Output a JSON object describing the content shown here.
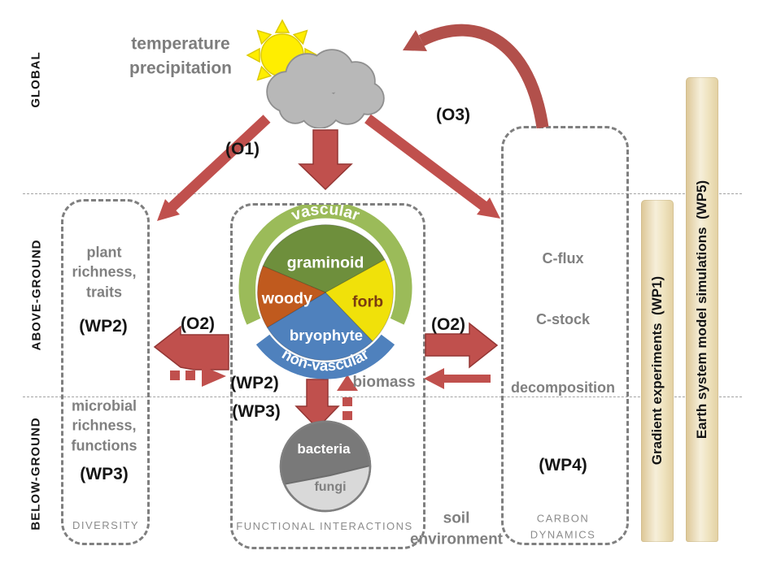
{
  "sections": {
    "global": "GLOBAL",
    "above": "ABOVE-GROUND",
    "below": "BELOW-GROUND"
  },
  "climate": {
    "text": "temperature\nprecipitation"
  },
  "objectives": {
    "o1": "(O1)",
    "o2_left": "(O2)",
    "o2_right": "(O2)",
    "o3": "(O3)"
  },
  "diversity_box": {
    "plant": "plant\nrichness,\ntraits",
    "plant_wp": "(WP2)",
    "microbial": "microbial\nrichness,\nfunctions",
    "microbial_wp": "(WP3)",
    "caption": "DIVERSITY"
  },
  "interactions_box": {
    "caption": "FUNCTIONAL INTERACTIONS",
    "wp_above": "(WP2)",
    "wp_below": "(WP3)",
    "biomass": "biomass",
    "plant_pie": {
      "outer_top": "vascular",
      "outer_bottom": "non-vascular",
      "graminoid": "graminoid",
      "woody": "woody",
      "forb": "forb",
      "bryophyte": "bryophyte"
    },
    "soil_pie": {
      "top": "bacteria",
      "bottom": "fungi"
    }
  },
  "carbon_box": {
    "flux": "C-flux",
    "stock": "C-stock",
    "decomposition": "decomposition",
    "wp": "(WP4)",
    "caption": "CARBON\nDYNAMICS"
  },
  "soil_environment": "soil\nenvironment",
  "bars": {
    "wp1": "Gradient experiments  (WP1)",
    "wp5": "Earth system model simulations  (WP5)"
  },
  "colors": {
    "arrow_red": "#c0504d",
    "arrow_red_dark": "#943634",
    "ring_green": "#9bbb59",
    "ring_blue": "#4f81bd",
    "slice_graminoid": "#6e8f3c",
    "slice_woody": "#c05a1e",
    "slice_forb": "#f0e10a",
    "slice_bryophyte": "#4f81bd",
    "forb_text": "#7a3c10",
    "bacteria_gray": "#797979",
    "fungi_gray": "#d9d9d9",
    "sun_yellow": "#ffee00",
    "sun_edge": "#ddca00",
    "cloud_gray": "#b8b8b8",
    "cloud_edge": "#8f8f8f"
  }
}
